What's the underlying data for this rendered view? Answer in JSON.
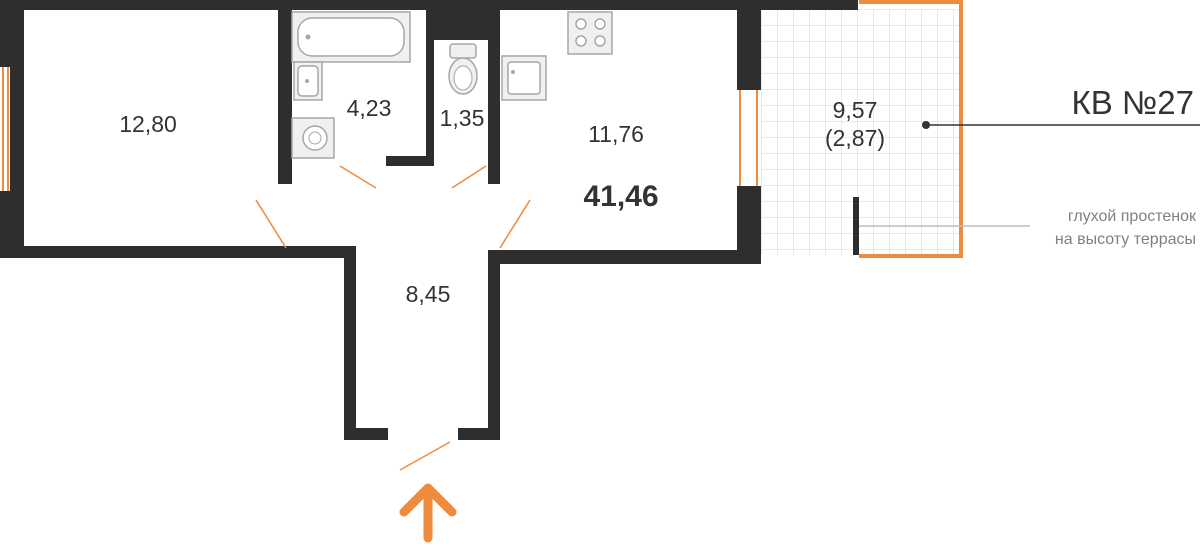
{
  "colors": {
    "wall": "#2e2e2e",
    "accent": "#f08a3c",
    "fixture_stroke": "#a7a7a7",
    "fixture_fill": "#f0f0f0",
    "text": "#333333",
    "note": "#808080"
  },
  "plan": {
    "apartment_label": "КВ №27",
    "total_area": "41,46",
    "rooms": {
      "living": "12,80",
      "bathroom": "4,23",
      "wc": "1,35",
      "kitchen": "11,76",
      "hall": "8,45",
      "terrace_area": "9,57",
      "terrace_reduced": "(2,87)"
    },
    "note": {
      "line1": "глухой простенок",
      "line2": "на высоту террасы"
    },
    "icons": [
      "entrance-arrow-icon",
      "stove-icon",
      "bathtub-icon",
      "washbasin-icon",
      "washing-machine-icon",
      "toilet-icon",
      "sink-icon"
    ]
  }
}
